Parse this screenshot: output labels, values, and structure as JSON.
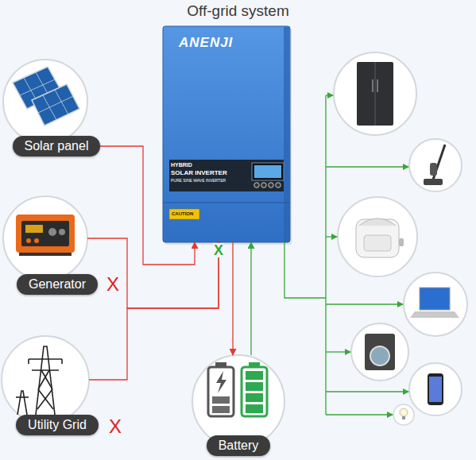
{
  "diagram": {
    "title": "Off-grid system",
    "nodes": [
      {
        "text": [
          "ANENJI",
          "HYBRID",
          "SOLAR INVERTER",
          "PURE SINE WAVE INVERTER"
        ]
      },
      {
        "text": [
          "Solar panel"
        ]
      },
      {
        "text": [
          "Generator"
        ]
      },
      {
        "text": [
          "Utility Grid"
        ]
      },
      {
        "text": [
          "Battery"
        ]
      }
    ],
    "edges": [
      {
        "from": 1,
        "to": 0,
        "arrow": "to"
      },
      {
        "from": 2,
        "to": 0,
        "arrow": "none"
      },
      {
        "from": 3,
        "to": 0,
        "arrow": "none"
      },
      {
        "from": 0,
        "to": 4,
        "arrow": "to"
      },
      {
        "from": 4,
        "to": 0,
        "arrow": "to"
      }
    ],
    "labels": [
      "CAUTION",
      "X",
      "X",
      "X"
    ]
  }
}
